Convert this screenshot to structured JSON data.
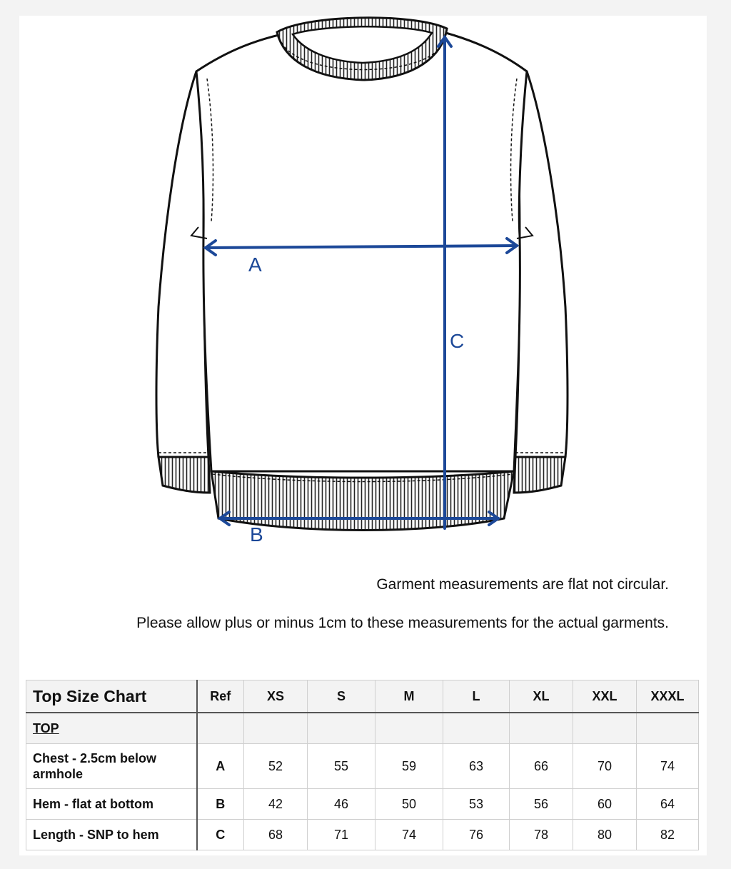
{
  "diagram": {
    "labels": {
      "a": "A",
      "b": "B",
      "c": "C"
    },
    "arrow_color": "#1c4898",
    "line_color": "#111111"
  },
  "notes": {
    "flat": "Garment measurements are flat not circular.",
    "tolerance": "Please allow plus or minus 1cm  to these measurements for the actual garments."
  },
  "table": {
    "title": "Top Size Chart",
    "ref_header": "Ref",
    "sizes": [
      "XS",
      "S",
      "M",
      "L",
      "XL",
      "XXL",
      "XXXL"
    ],
    "section": "TOP",
    "rows": [
      {
        "label": "Chest - 2.5cm below armhole",
        "ref": "A",
        "values": [
          "52",
          "55",
          "59",
          "63",
          "66",
          "70",
          "74"
        ]
      },
      {
        "label": "Hem - flat at bottom",
        "ref": "B",
        "values": [
          "42",
          "46",
          "50",
          "53",
          "56",
          "60",
          "64"
        ]
      },
      {
        "label": "Length - SNP to hem",
        "ref": "C",
        "values": [
          "68",
          "71",
          "74",
          "76",
          "78",
          "80",
          "82"
        ]
      }
    ]
  }
}
